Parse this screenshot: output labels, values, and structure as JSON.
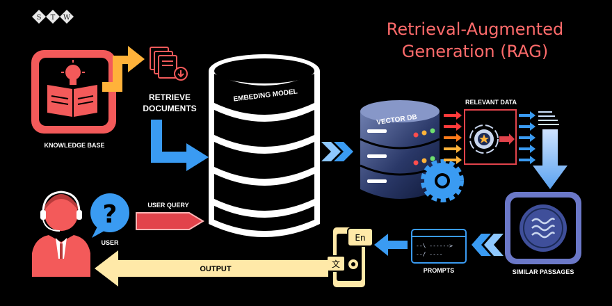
{
  "logo": {
    "letters": [
      "S",
      "T",
      "W"
    ]
  },
  "title": {
    "line1": "Retrieval-Augmented",
    "line2": "Generation (RAG)"
  },
  "labels": {
    "knowledge_base": "KNOWLEDGE BASE",
    "retrieve_line1": "RETRIEVE",
    "retrieve_line2": "DOCUMENTS",
    "embedding_model": "EMBEDING MODEL",
    "vector_db": "VECTOR DB",
    "relevant_data": "RELEVANT DATA",
    "user_query": "USER QUERY",
    "user": "USER",
    "output": "OUTPUT",
    "prompts": "PROMPTS",
    "similar_passages": "SIMILAR PASSAGES",
    "translate_en": "En"
  },
  "colors": {
    "kb_red": "#f35a5a",
    "arrow_orange": "#ffb23a",
    "arrow_blue": "#3a9bf2",
    "navy": "#1b2a55",
    "title_pink": "#ff6b6b",
    "output_yellow": "#ffe9a8",
    "query_red": "#e2434b",
    "passages_purple": "#6b78c8"
  }
}
